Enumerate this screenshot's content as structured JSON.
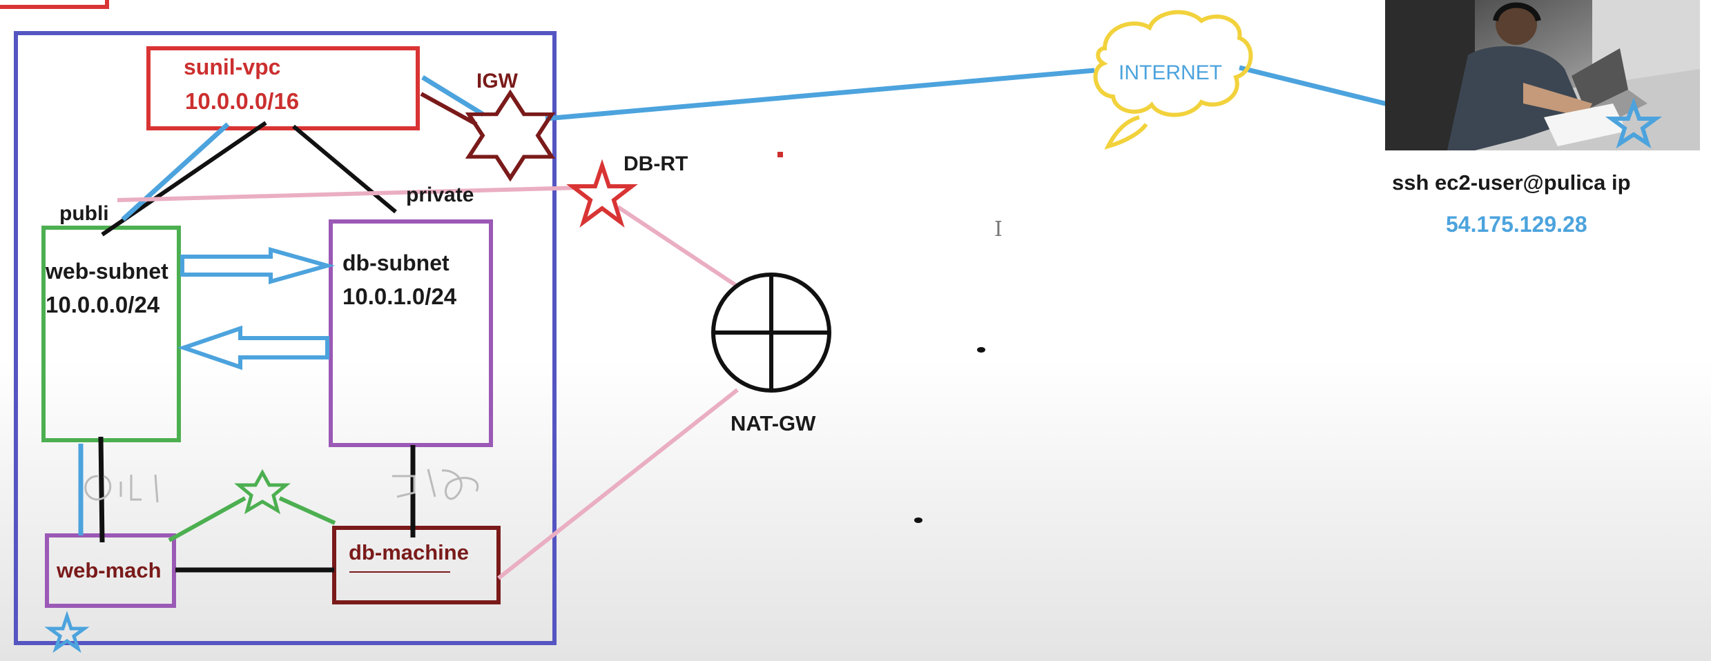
{
  "diagram": {
    "vpc": {
      "name": "sunil-vpc",
      "cidr": "10.0.0.0/16"
    },
    "igw_label": "IGW",
    "route_table_label": "DB-RT",
    "public_label": "publi",
    "private_label": "private",
    "web_subnet": {
      "name": "web-subnet",
      "cidr": "10.0.0.0/24"
    },
    "db_subnet": {
      "name": "db-subnet",
      "cidr": "10.0.1.0/24"
    },
    "web_machine": "web-mach",
    "db_machine": "db-machine",
    "nat_gateway": "NAT-GW",
    "internet": "INTERNET",
    "ssh_command": "ssh ec2-user@pulica ip",
    "public_ip": "54.175.129.28"
  },
  "colors": {
    "vpc_border": "#5555c2",
    "vpc_box": "#d93434",
    "web_subnet_border": "#4caf50",
    "db_subnet_border": "#9b59b6",
    "web_machine_border": "#9b59b6",
    "db_machine_border": "#7a1a1a",
    "igw_star": "#7a1a1a",
    "route_table_star": "#d93434",
    "internet_link": "#4ca3dd",
    "route_link": "#eaaec2",
    "cloud": "#f2d23c"
  }
}
